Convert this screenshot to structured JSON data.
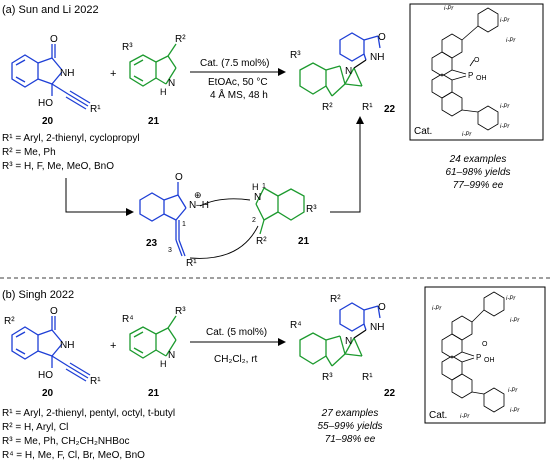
{
  "panel_a": {
    "title": "(a) Sun and Li 2022",
    "compound_20": "20",
    "compound_21": "21",
    "compound_22": "22",
    "compound_23": "23",
    "plus": "+",
    "conditions": [
      "Cat. (7.5 mol%)",
      "EtOAc, 50 °C",
      "4 Å MS, 48 h"
    ],
    "substituents": [
      "R¹ = Aryl, 2-thienyl, cyclopropyl",
      "R² = Me, Ph",
      "R³ = H, F, Me, MeO, BnO"
    ],
    "results": [
      "24 examples",
      "61–98% yields",
      "77–99% ee"
    ],
    "cat_label": "Cat.",
    "atom_labels": {
      "O": "O",
      "NH": "NH",
      "HO": "HO",
      "N": "N",
      "H": "H",
      "R1": "R¹",
      "R2": "R²",
      "R3": "R³",
      "N_H": "N–H",
      "plus_charge": "⊕",
      "n1": "1",
      "n2": "2",
      "n3": "3"
    },
    "cat_labels": {
      "ipr": "i-Pr",
      "P": "P",
      "O": "O",
      "OH": "OH"
    }
  },
  "panel_b": {
    "title": "(b) Singh 2022",
    "compound_20": "20",
    "compound_21": "21",
    "compound_22": "22",
    "plus": "+",
    "conditions": [
      "Cat. (5 mol%)",
      "CH₂Cl₂, rt"
    ],
    "substituents": [
      "R¹ = Aryl, 2-thienyl, pentyl, octyl, t-butyl",
      "R² = H, Aryl, Cl",
      "R³ = Me, Ph, CH₂CH₂NHBoc",
      "R⁴ = H, Me, F, Cl, Br,  MeO, BnO"
    ],
    "results": [
      "27 examples",
      "55–99% yields",
      "71–98% ee"
    ],
    "cat_label": "Cat.",
    "atom_labels": {
      "O": "O",
      "NH": "NH",
      "HO": "HO",
      "N": "N",
      "H": "H",
      "R1": "R¹",
      "R2": "R²",
      "R3": "R³",
      "R4": "R⁴"
    },
    "cat_labels": {
      "ipr": "i-Pr",
      "P": "P",
      "O": "O",
      "OH": "OH"
    }
  },
  "colors": {
    "substrate_20": "#1e3fd6",
    "substrate_21": "#1c9a2e"
  }
}
